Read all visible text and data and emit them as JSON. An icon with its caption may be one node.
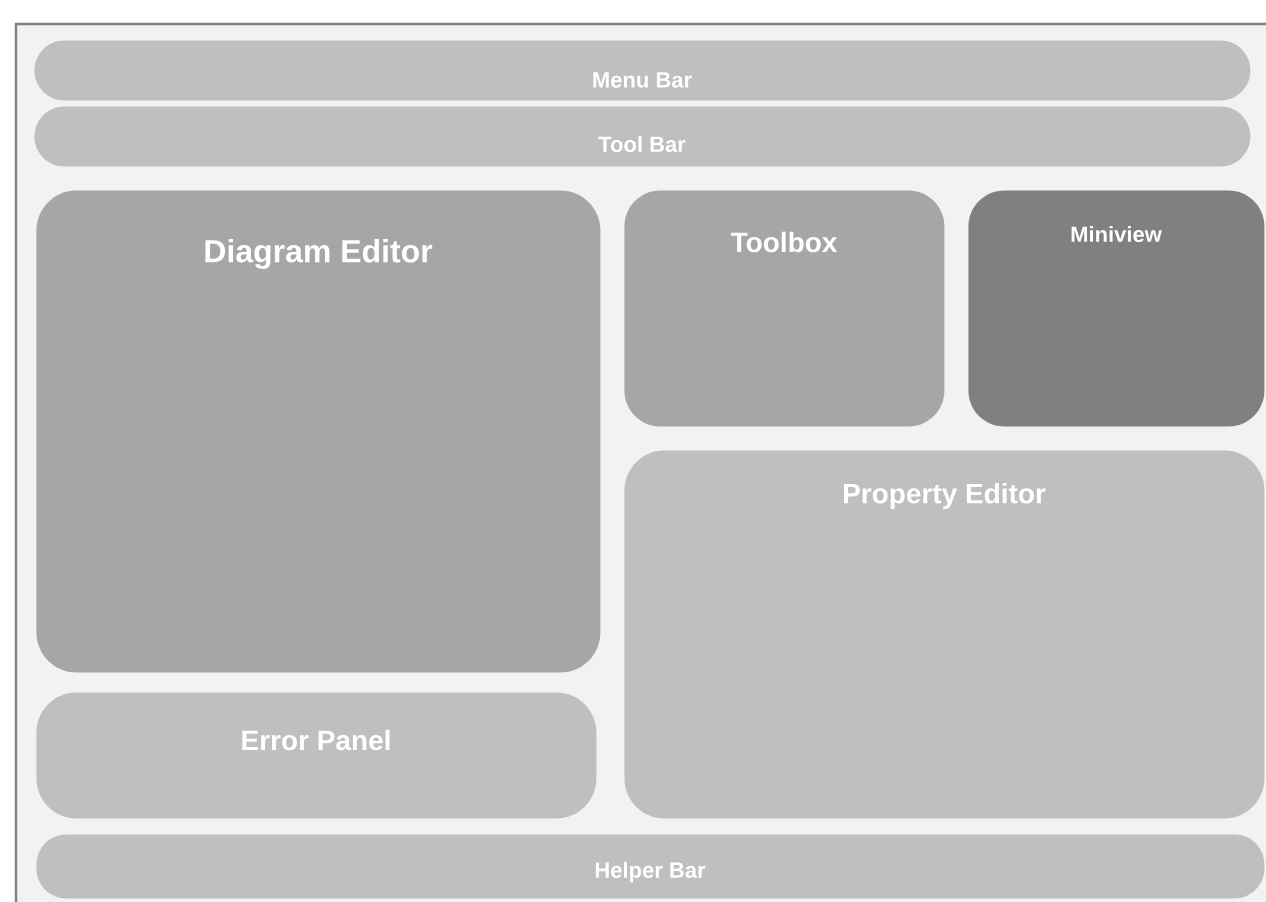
{
  "diagram": {
    "nodes": [
      {
        "text": [
          "Menu Bar"
        ]
      },
      {
        "text": [
          "Tool Bar"
        ]
      },
      {
        "text": [
          "Diagram Editor"
        ]
      },
      {
        "text": [
          "Toolbox"
        ]
      },
      {
        "text": [
          "Miniview"
        ]
      },
      {
        "text": [
          "Property Editor"
        ]
      },
      {
        "text": [
          "Error Panel"
        ]
      },
      {
        "text": [
          "Helper Bar"
        ]
      }
    ]
  }
}
